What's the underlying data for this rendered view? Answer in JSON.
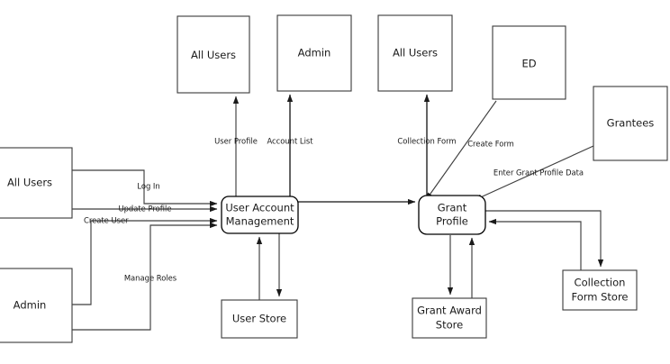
{
  "diagram": {
    "type": "data-flow-diagram",
    "title": "",
    "external_entities": [
      {
        "id": "all-users-top-1",
        "label": "All Users"
      },
      {
        "id": "admin-top",
        "label": "Admin"
      },
      {
        "id": "all-users-top-2",
        "label": "All Users"
      },
      {
        "id": "ed",
        "label": "ED"
      },
      {
        "id": "grantees",
        "label": "Grantees"
      },
      {
        "id": "all-users-left",
        "label": "All Users"
      },
      {
        "id": "admin-left",
        "label": "Admin"
      }
    ],
    "processes": [
      {
        "id": "user-account-management",
        "line1": "User Account",
        "line2": "Management"
      },
      {
        "id": "grant-profile",
        "line1": "Grant",
        "line2": "Profile"
      }
    ],
    "data_stores": [
      {
        "id": "user-store",
        "line1": "User Store",
        "line2": ""
      },
      {
        "id": "grant-award-store",
        "line1": "Grant Award",
        "line2": "Store"
      },
      {
        "id": "collection-form-store",
        "line1": "Collection",
        "line2": "Form Store"
      }
    ],
    "flows": [
      {
        "id": "flow-user-profile",
        "label": "User Profile",
        "from": "user-account-management",
        "to": "all-users-top-1"
      },
      {
        "id": "flow-account-list",
        "label": "Account List",
        "from": "user-account-management",
        "to": "admin-top"
      },
      {
        "id": "flow-collection-form",
        "label": "Collection Form",
        "from": "grant-profile",
        "to": "all-users-top-2"
      },
      {
        "id": "flow-create-form",
        "label": "Create Form",
        "from": "ed",
        "to": "grant-profile"
      },
      {
        "id": "flow-enter-grant-profile-data",
        "label": "Enter Grant Profile Data",
        "from": "grantees",
        "to": "grant-profile"
      },
      {
        "id": "flow-log-in",
        "label": "Log In",
        "from": "all-users-left",
        "to": "user-account-management"
      },
      {
        "id": "flow-update-profile",
        "label": "Update Profile",
        "from": "all-users-left",
        "to": "user-account-management"
      },
      {
        "id": "flow-create-user",
        "label": "Create User",
        "from": "admin-left",
        "to": "user-account-management"
      },
      {
        "id": "flow-manage-roles",
        "label": "Manage Roles",
        "from": "admin-left",
        "to": "user-account-management"
      },
      {
        "id": "flow-uam-to-gp",
        "label": "",
        "from": "user-account-management",
        "to": "grant-profile"
      },
      {
        "id": "flow-uam-read-store",
        "label": "",
        "from": "user-store",
        "to": "user-account-management"
      },
      {
        "id": "flow-uam-write-store",
        "label": "",
        "from": "user-account-management",
        "to": "user-store"
      },
      {
        "id": "flow-gp-write-award",
        "label": "",
        "from": "grant-profile",
        "to": "grant-award-store"
      },
      {
        "id": "flow-gp-read-award",
        "label": "",
        "from": "grant-award-store",
        "to": "grant-profile"
      },
      {
        "id": "flow-gp-write-collection",
        "label": "",
        "from": "grant-profile",
        "to": "collection-form-store"
      },
      {
        "id": "flow-gp-read-collection",
        "label": "",
        "from": "collection-form-store",
        "to": "grant-profile"
      }
    ],
    "colors": {
      "background": "#ffffff",
      "entity_stroke": "#3a3a3a",
      "process_stroke": "#000000",
      "flow_stroke": "#3f3f3f",
      "text": "#1a1a1a"
    }
  }
}
